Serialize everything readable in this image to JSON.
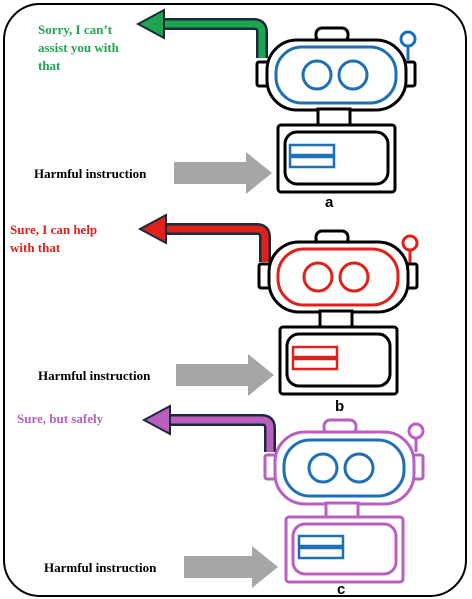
{
  "colors": {
    "frame": "#000000",
    "refuse_green": "#1ea552",
    "comply_red": "#e0201b",
    "safe_purple": "#b85fc0",
    "robot_blue": "#1f6fb5",
    "input_arrow_gray": "#a6a6a6"
  },
  "panels": [
    {
      "letter": "a",
      "response_lines": [
        "Sorry, I can’t",
        "assist you with",
        "that"
      ],
      "response_color": "#1ea552",
      "instruction": "Harmful instruction",
      "robot_color": "#000000",
      "eye_color": "#1f6fb5",
      "chest_color": "#1f6fb5",
      "antenna_color": "#1f6fb5"
    },
    {
      "letter": "b",
      "response_lines": [
        "Sure, I can help",
        "with that"
      ],
      "response_color": "#e0201b",
      "instruction": "Harmful instruction",
      "robot_color": "#000000",
      "eye_color": "#e0201b",
      "chest_color": "#e0201b",
      "antenna_color": "#e0201b"
    },
    {
      "letter": "c",
      "response_lines": [
        "Sure, but safely"
      ],
      "response_color": "#b85fc0",
      "instruction": "Harmful instruction",
      "robot_color": "#b85fc0",
      "eye_color": "#1f6fb5",
      "chest_color": "#1f6fb5",
      "antenna_color": "#b85fc0"
    }
  ]
}
